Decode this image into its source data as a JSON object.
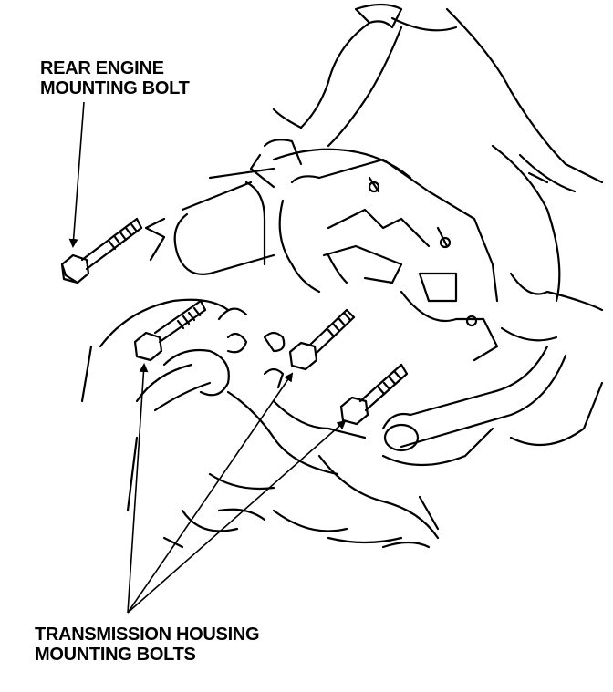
{
  "callouts": {
    "rear_engine_bolt": {
      "line1": "REAR ENGINE",
      "line2": "MOUNTING BOLT"
    },
    "transmission_bolts": {
      "line1": "TRANSMISSION HOUSING",
      "line2": "MOUNTING BOLTS"
    }
  },
  "colors": {
    "ink": "#000000",
    "paper": "#ffffff"
  }
}
